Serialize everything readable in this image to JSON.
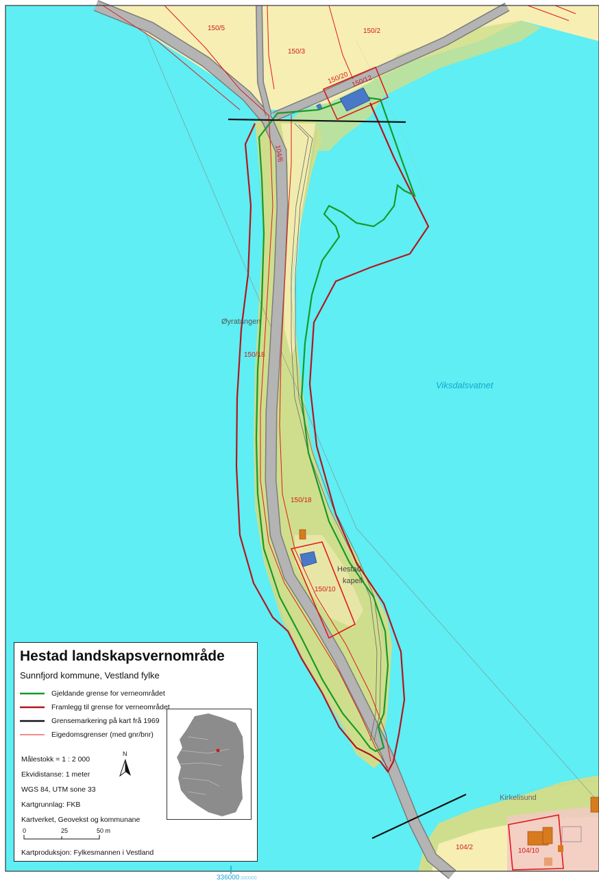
{
  "map": {
    "water_name": "Viksdalsvatnet",
    "place_names": {
      "spit": "Øyratangen",
      "chapel_line1": "Hestad",
      "chapel_line2": "kapell",
      "island": "Kirkelisund"
    },
    "parcels": {
      "p150_5": "150/5",
      "p150_2": "150/2",
      "p150_3": "150/3",
      "p150_20": "150/20",
      "p150_12": "150/12",
      "p104_6": "104/6",
      "p150_18_a": "150/18",
      "p150_18_b": "150/18",
      "p150_10": "150/10",
      "p104_2": "104/2",
      "p104_10": "104/10"
    },
    "colors": {
      "water": "#5eeef3",
      "field": "#f7eeb4",
      "vegetation": "#cfde8c",
      "road": "#b4b4b4",
      "current_boundary": "#159a28",
      "proposed_boundary": "#b3141c",
      "boundary_1969": "#111111",
      "property_line": "#e01818",
      "building_blue": "#4a78c8",
      "building_orange": "#d87a1e"
    }
  },
  "legend": {
    "title": "Hestad landskapsvernområde",
    "subtitle": "Sunnfjord kommune, Vestland fylke",
    "items": [
      {
        "label": "Gjeldande grense for verneområdet",
        "color": "#159a28",
        "width": "thick"
      },
      {
        "label": "Framlegg til grense for verneområdet",
        "color": "#b3141c",
        "width": "thick"
      },
      {
        "label": "Grensemarkering på kart frå 1969",
        "color": "#111111",
        "width": "thick"
      },
      {
        "label": "Eigedomsgrenser (med gnr/bnr)",
        "color": "#e01818",
        "width": "thin"
      }
    ],
    "scale": "Målestokk = 1 : 2 000",
    "contour": "Ekvidistanse: 1 meter",
    "crs": "WGS 84, UTM sone 33",
    "basemap": "Kartgrunnlag: FKB",
    "sources": "Kartverket, Geovekst og kommunane",
    "scalebar": {
      "t0": "0",
      "t1": "25",
      "t2": "50 m"
    },
    "north": "N",
    "production": "Kartproduksjon: Fylkesmannen i Vestland"
  },
  "coordinate": {
    "easting": "336000",
    "decimals": ".000000"
  }
}
